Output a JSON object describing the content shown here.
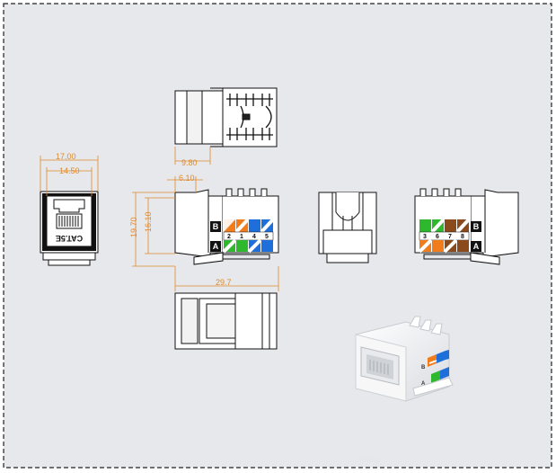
{
  "dimensions": {
    "width_outer": "17.00",
    "width_inner": "14.50",
    "depth_top": "9.80",
    "depth_side": "6.10",
    "height_outer": "19.70",
    "height_inner": "16.10",
    "length_total": "29.7"
  },
  "front_view": {
    "marking": "CAT.5E"
  },
  "side_left": {
    "row_b_label": "B",
    "row_a_label": "A",
    "pins": [
      "2",
      "1",
      "4",
      "5"
    ]
  },
  "side_right": {
    "row_b_label": "B",
    "row_a_label": "A",
    "pins": [
      "3",
      "6",
      "7",
      "8"
    ]
  },
  "colors": {
    "frame": "#222222",
    "background": "#e6e8eb",
    "dimension": "#e08a2c",
    "orange": "#f07c1b",
    "blue": "#1e6fd9",
    "green": "#2eb82e",
    "brown": "#8b4a1c"
  }
}
